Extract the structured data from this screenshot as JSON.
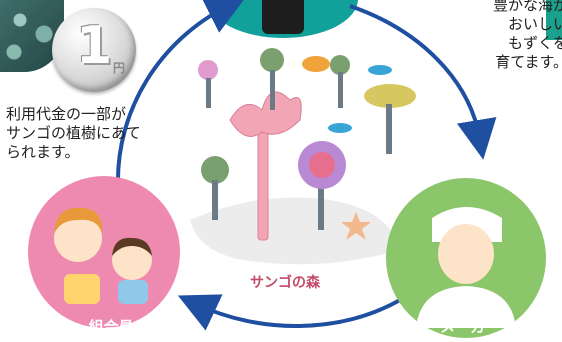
{
  "coin": {
    "numeral": "1",
    "unit": "円"
  },
  "text_left": "利用代金の一部がサンゴの植樹にあてられます。",
  "text_left_lines": [
    "利用代金の一部が",
    "サンゴの植樹にあて",
    "られます。"
  ],
  "text_right_lines": [
    "豊かな海が",
    "おいしい",
    "もずくを",
    "育てます。"
  ],
  "center_label": "サンゴの森",
  "node_left_label": "組合員",
  "node_right_label": "メーカー",
  "colors": {
    "arrow": "#1f4fa0",
    "left_node": "#ee8ab0",
    "right_node": "#8cc66b",
    "sea": "#12a09a",
    "forest_label": "#c44a6a"
  }
}
